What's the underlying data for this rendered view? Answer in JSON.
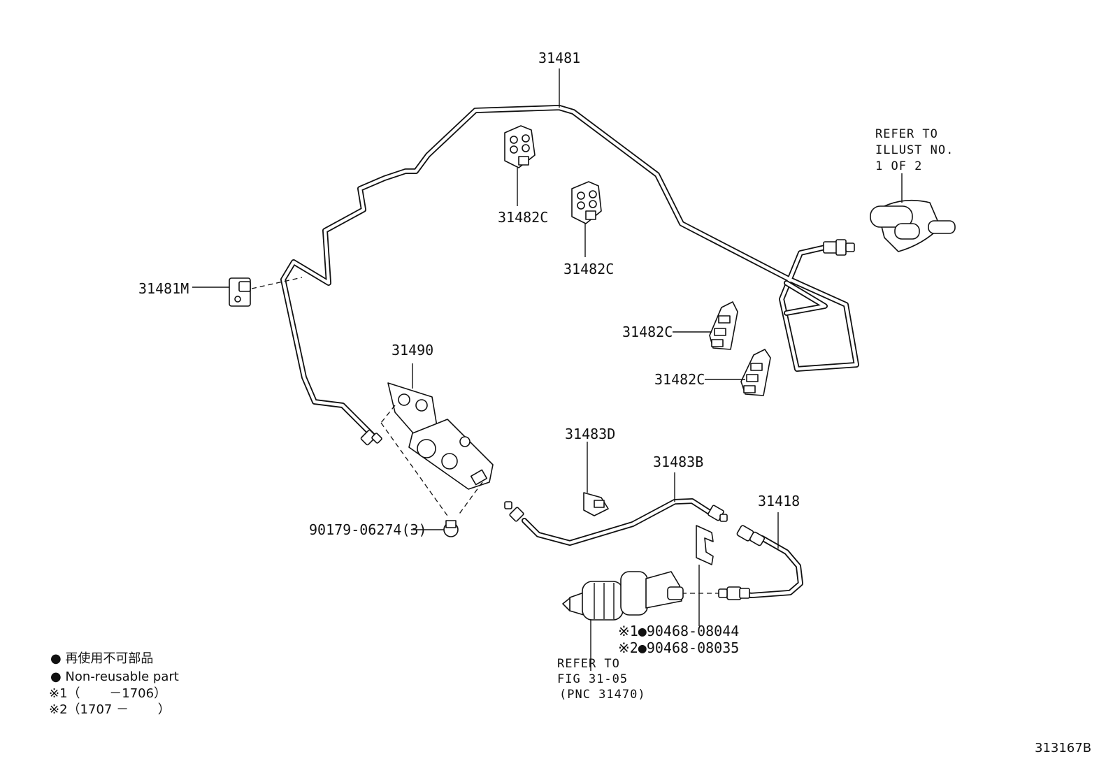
{
  "labels": {
    "p31481": "31481",
    "p31481m": "31481M",
    "p31482c_1": "31482C",
    "p31482c_2": "31482C",
    "p31482c_3": "31482C",
    "p31482c_4": "31482C",
    "p31490": "31490",
    "p90179": "90179-06274(3)",
    "p31483d": "31483D",
    "p31483b": "31483B",
    "p31418": "31418",
    "p90468_1": "※1●90468-08044",
    "p90468_2": "※2●90468-08035"
  },
  "refer_top": [
    "REFER TO",
    "ILLUST NO.",
    "1 OF 2"
  ],
  "refer_bottom": [
    "REFER TO",
    "FIG 31-05",
    "(PNC 31470)"
  ],
  "legend": {
    "line1": "● 再使用不可部品",
    "line2": "● Non-reusable part",
    "line3": "※1（　　 －1706）",
    "line4": "※2（1707 －　　 ）"
  },
  "figure_code": "313167B"
}
